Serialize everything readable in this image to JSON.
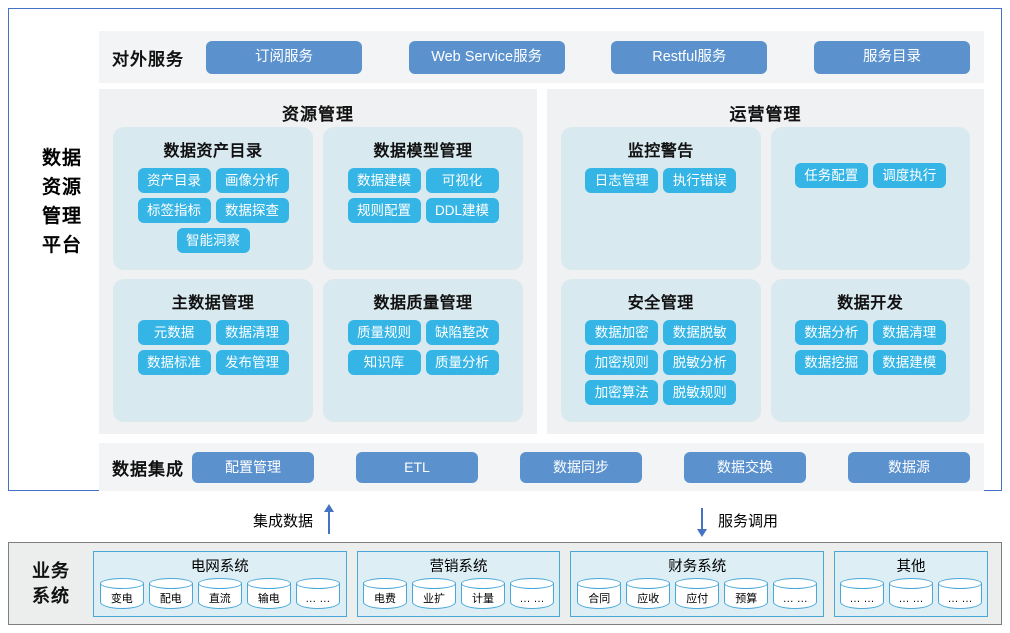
{
  "platform": {
    "label": "数据资源管理平台",
    "label_lines": [
      "数据",
      "资源",
      "管理",
      "平台"
    ],
    "external_services": {
      "title": "对外服务",
      "buttons": [
        "订阅服务",
        "Web Service服务",
        "Restful服务",
        "服务目录"
      ]
    },
    "panels": [
      {
        "title": "资源管理",
        "cards": [
          {
            "title": "数据资产目录",
            "chips": [
              "资产目录",
              "画像分析",
              "标签指标",
              "数据探查",
              "智能洞察"
            ]
          },
          {
            "title": "数据模型管理",
            "chips": [
              "数据建模",
              "可视化",
              "规则配置",
              "DDL建模"
            ]
          },
          {
            "title": "主数据管理",
            "chips": [
              "元数据",
              "数据清理",
              "数据标准",
              "发布管理"
            ]
          },
          {
            "title": "数据质量管理",
            "chips": [
              "质量规则",
              "缺陷整改",
              "知识库",
              "质量分析"
            ]
          }
        ]
      },
      {
        "title": "运营管理",
        "cards": [
          {
            "title": "监控警告",
            "chips": [
              "日志管理",
              "执行错误"
            ]
          },
          {
            "title": "",
            "chips": [
              "任务配置",
              "调度执行"
            ]
          },
          {
            "title": "安全管理",
            "chips": [
              "数据加密",
              "数据脱敏",
              "加密规则",
              "脱敏分析",
              "加密算法",
              "脱敏规则"
            ]
          },
          {
            "title": "数据开发",
            "chips": [
              "数据分析",
              "数据清理",
              "数据挖掘",
              "数据建模"
            ]
          }
        ]
      }
    ],
    "data_integration": {
      "title": "数据集成",
      "buttons": [
        "配置管理",
        "ETL",
        "数据同步",
        "数据交换",
        "数据源"
      ]
    }
  },
  "flows": [
    {
      "label": "集成数据",
      "direction": "up"
    },
    {
      "label": "服务调用",
      "direction": "down"
    }
  ],
  "business_systems": {
    "label": "业务系统",
    "label_lines": [
      "业务",
      "系统"
    ],
    "groups": [
      {
        "title": "电网系统",
        "items": [
          "变电",
          "配电",
          "直流",
          "输电",
          "… …"
        ]
      },
      {
        "title": "营销系统",
        "items": [
          "电费",
          "业扩",
          "计量",
          "… …"
        ]
      },
      {
        "title": "财务系统",
        "items": [
          "合同",
          "应收",
          "应付",
          "预算",
          "… …"
        ]
      },
      {
        "title": "其他",
        "items": [
          "… …",
          "… …",
          "… …"
        ]
      }
    ]
  },
  "colors": {
    "frame_border": "#4472c4",
    "service_button": "#5b92ce",
    "chip": "#35b5e5",
    "panel_bg": "#f0f1f2",
    "card_bg": "#d9e9f0",
    "strip_bg": "#f2f4f5",
    "biz_bg": "#eceded",
    "biz_group_bg": "#ddeef5",
    "biz_group_border": "#4aa8d8",
    "arrow": "#4472c4"
  }
}
